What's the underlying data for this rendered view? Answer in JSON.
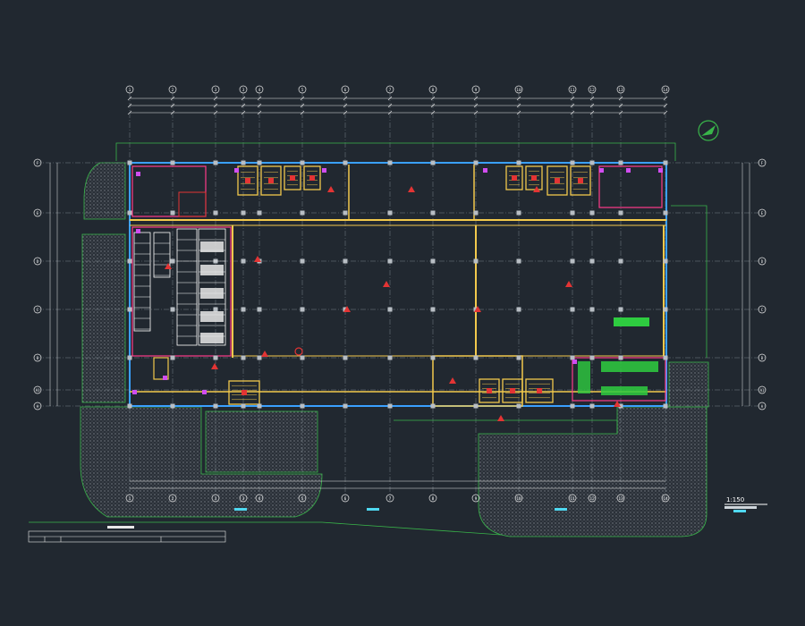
{
  "colors": {
    "background": "#212830",
    "grid": "#9aa3ad",
    "wall": "#f2c94c",
    "outline": "#3aa0ff",
    "hatch": "#8d939a",
    "landscape": "#39b54a",
    "partition": "#ff3b8b",
    "fixture": "#e33434",
    "accent": "#2ecc40"
  },
  "grid_axes": {
    "top": [
      "1",
      "2",
      "3",
      "3",
      "4",
      "5",
      "6",
      "7",
      "8",
      "9",
      "10",
      "11",
      "12",
      "13",
      "14"
    ],
    "left": [
      "F",
      "E",
      "D",
      "C",
      "B",
      "A1",
      "A"
    ],
    "right": [
      "F",
      "E",
      "D",
      "C",
      "B",
      "A1",
      "A"
    ]
  },
  "drawing": {
    "scale_label": "1:150"
  }
}
